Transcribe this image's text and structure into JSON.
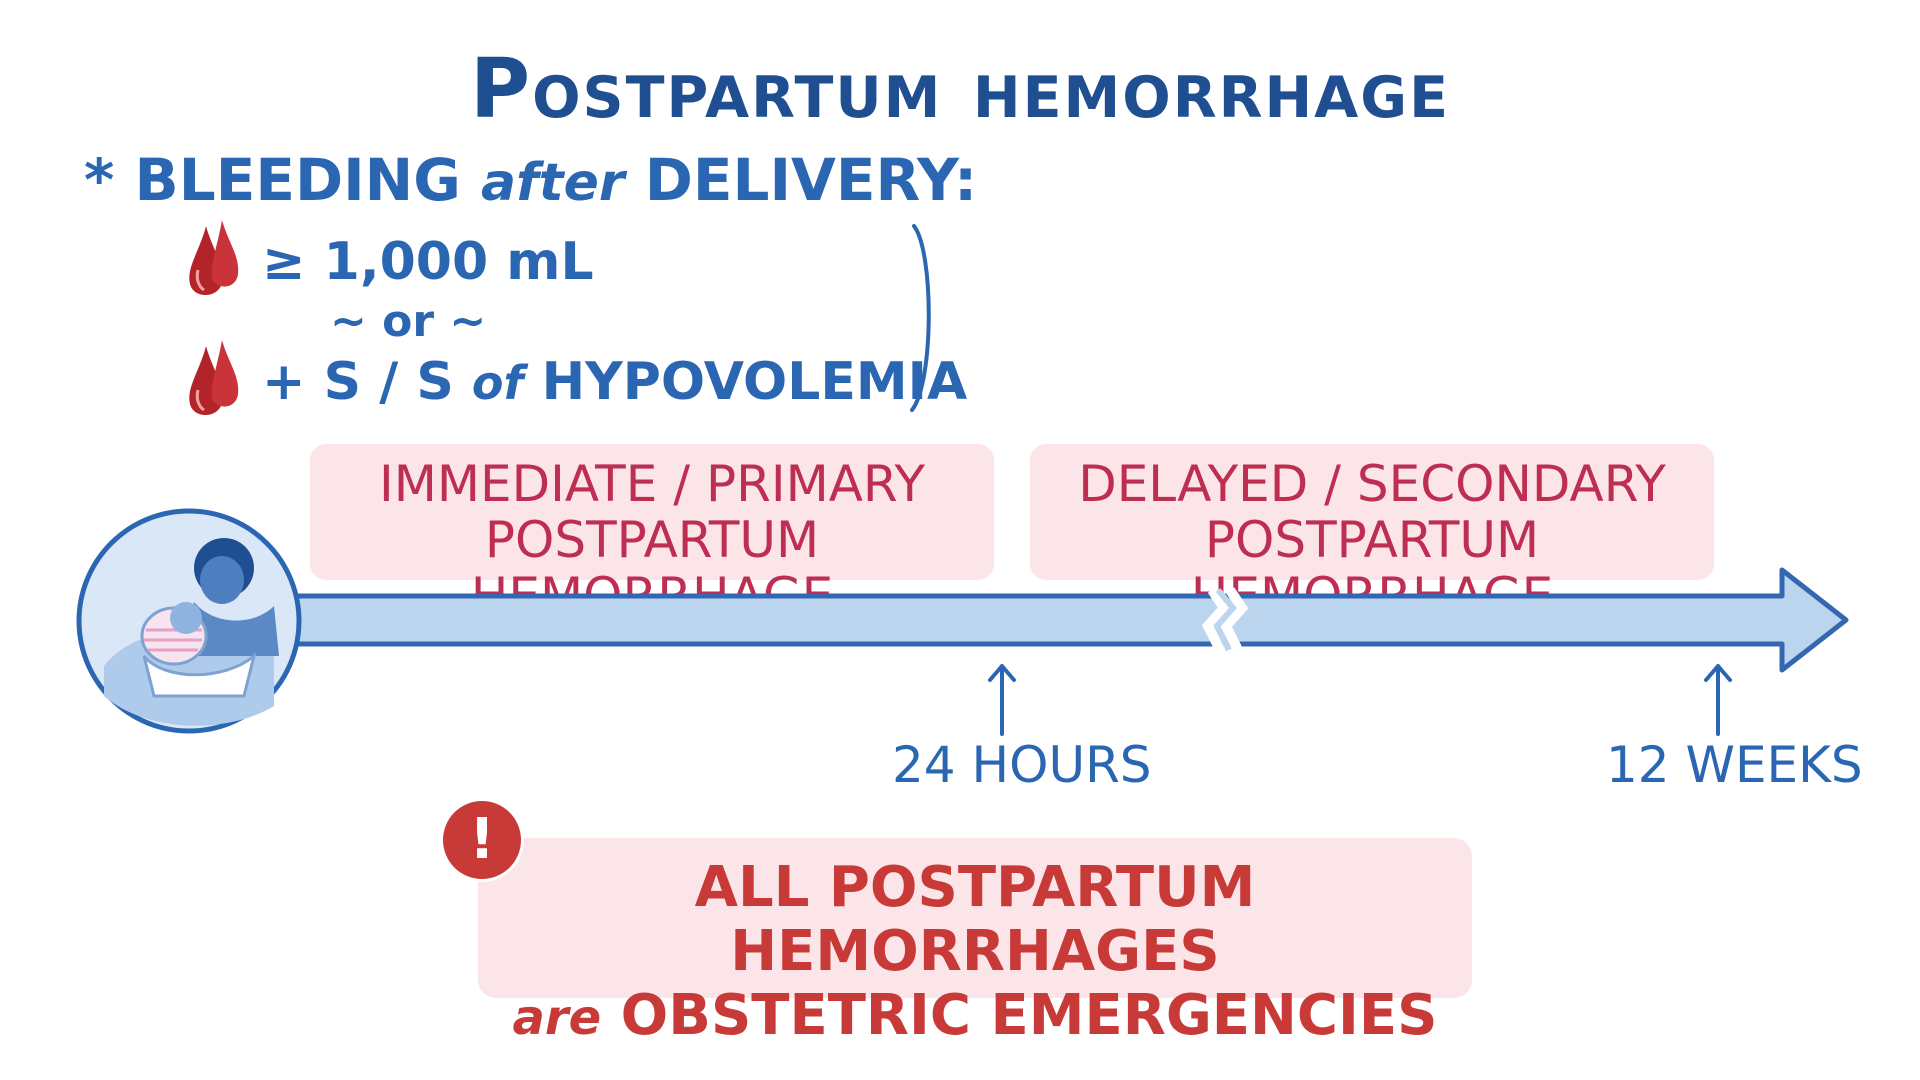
{
  "title": "Postpartum hemorrhage",
  "definition": {
    "star": "*",
    "heading_part1": "BLEEDING",
    "heading_part2": "after",
    "heading_part3": "DELIVERY:",
    "criterion1": "≥ 1,000 mL",
    "separator": "~ or ~",
    "criterion2_part1": "+ S / S",
    "criterion2_part2": "of",
    "criterion2_part3": "HYPOVOLEMIA"
  },
  "phases": [
    {
      "line1": "IMMEDIATE / PRIMARY",
      "line2": "POSTPARTUM HEMORRHAGE"
    },
    {
      "line1": "DELAYED / SECONDARY",
      "line2": "POSTPARTUM HEMORRHAGE"
    }
  ],
  "timeline_marks": [
    {
      "label": "24 HOURS"
    },
    {
      "label": "12 WEEKS"
    }
  ],
  "warning": {
    "icon_glyph": "!",
    "line1": "ALL POSTPARTUM HEMORRHAGES",
    "line2_part1": "are",
    "line2_part2": "OBSTETRIC EMERGENCIES"
  },
  "colors": {
    "blue_text": "#2a66b2",
    "title_blue": "#1f4f91",
    "pink_box": "#fbe5e8",
    "phase_text": "#be2d52",
    "warning_red": "#c83a38",
    "timeline_fill": "#bcd5ef",
    "timeline_stroke": "#3467b0",
    "blood_red": "#b3242a"
  }
}
